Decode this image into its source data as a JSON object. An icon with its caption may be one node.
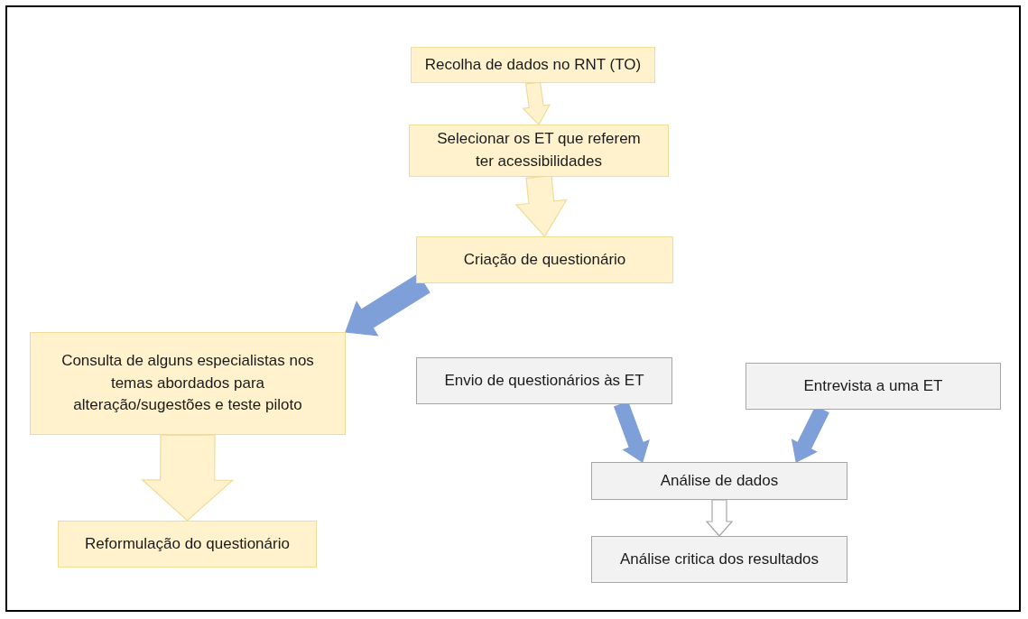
{
  "diagram": {
    "nodes": [
      {
        "text": [
          "Recolha de dados no RNT (TO)"
        ]
      },
      {
        "text": [
          "Selecionar os ET que referem ter acessibilidades"
        ]
      },
      {
        "text": [
          "Criação de questionário"
        ]
      },
      {
        "text": [
          "Consulta de alguns especialistas nos temas abordados para alteração/sugestões e teste piloto"
        ]
      },
      {
        "text": [
          "Reformulação do questionário"
        ]
      },
      {
        "text": [
          "Envio de questionários às ET"
        ]
      },
      {
        "text": [
          "Entrevista a uma ET"
        ]
      },
      {
        "text": [
          "Análise de dados"
        ]
      },
      {
        "text": [
          "Análise critica dos resultados"
        ]
      }
    ],
    "edges": [
      {
        "from": 0,
        "to": 1,
        "arrow": "to"
      },
      {
        "from": 1,
        "to": 2,
        "arrow": "to"
      },
      {
        "from": 2,
        "to": 3,
        "arrow": "to",
        "color": "#7f9fd8"
      },
      {
        "from": 3,
        "to": 4,
        "arrow": "to"
      },
      {
        "from": 5,
        "to": 7,
        "arrow": "to",
        "color": "#7f9fd8"
      },
      {
        "from": 6,
        "to": 7,
        "arrow": "to",
        "color": "#7f9fd8"
      },
      {
        "from": 7,
        "to": 8,
        "arrow": "to",
        "color": "#ffffff"
      }
    ]
  }
}
